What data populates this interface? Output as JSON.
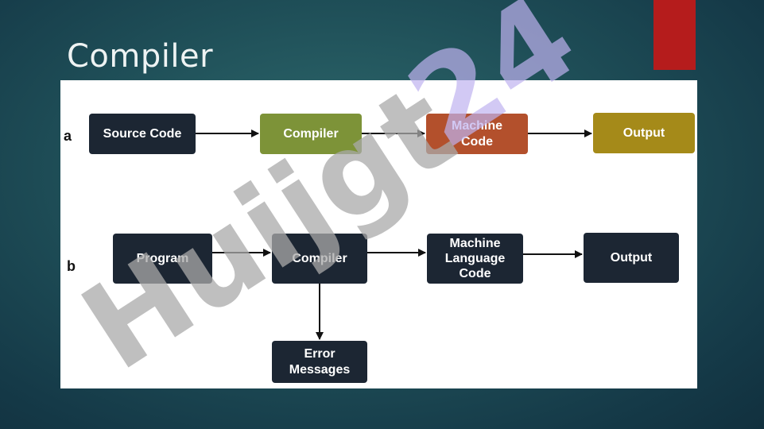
{
  "slide": {
    "title": "Compiler"
  },
  "diagram": {
    "row_a": {
      "label": "a",
      "nodes": {
        "source_code": "Source Code",
        "compiler": "Compiler",
        "machine_code": "Machine\nCode",
        "output": "Output"
      }
    },
    "row_b": {
      "label": "b",
      "nodes": {
        "program": "Program",
        "compiler": "Compiler",
        "machine_language_code": "Machine\nLanguage\nCode",
        "output": "Output",
        "error_messages": "Error\nMessages"
      }
    },
    "edges": [
      {
        "from": "Source Code",
        "to": "Compiler"
      },
      {
        "from": "Compiler",
        "to": "Machine Code"
      },
      {
        "from": "Machine Code",
        "to": "Output"
      },
      {
        "from": "Program",
        "to": "Compiler"
      },
      {
        "from": "Compiler",
        "to": "Machine Language Code"
      },
      {
        "from": "Machine Language Code",
        "to": "Output"
      },
      {
        "from": "Compiler",
        "to": "Error Messages"
      }
    ]
  },
  "watermark": {
    "text": "Huijgt 24"
  },
  "colors": {
    "accent_red": "#b51c1c",
    "dark_node": "#1c2633",
    "compiler_green": "#7d9338",
    "machine_code_rust": "#b3502c",
    "output_gold": "#a58a19"
  }
}
